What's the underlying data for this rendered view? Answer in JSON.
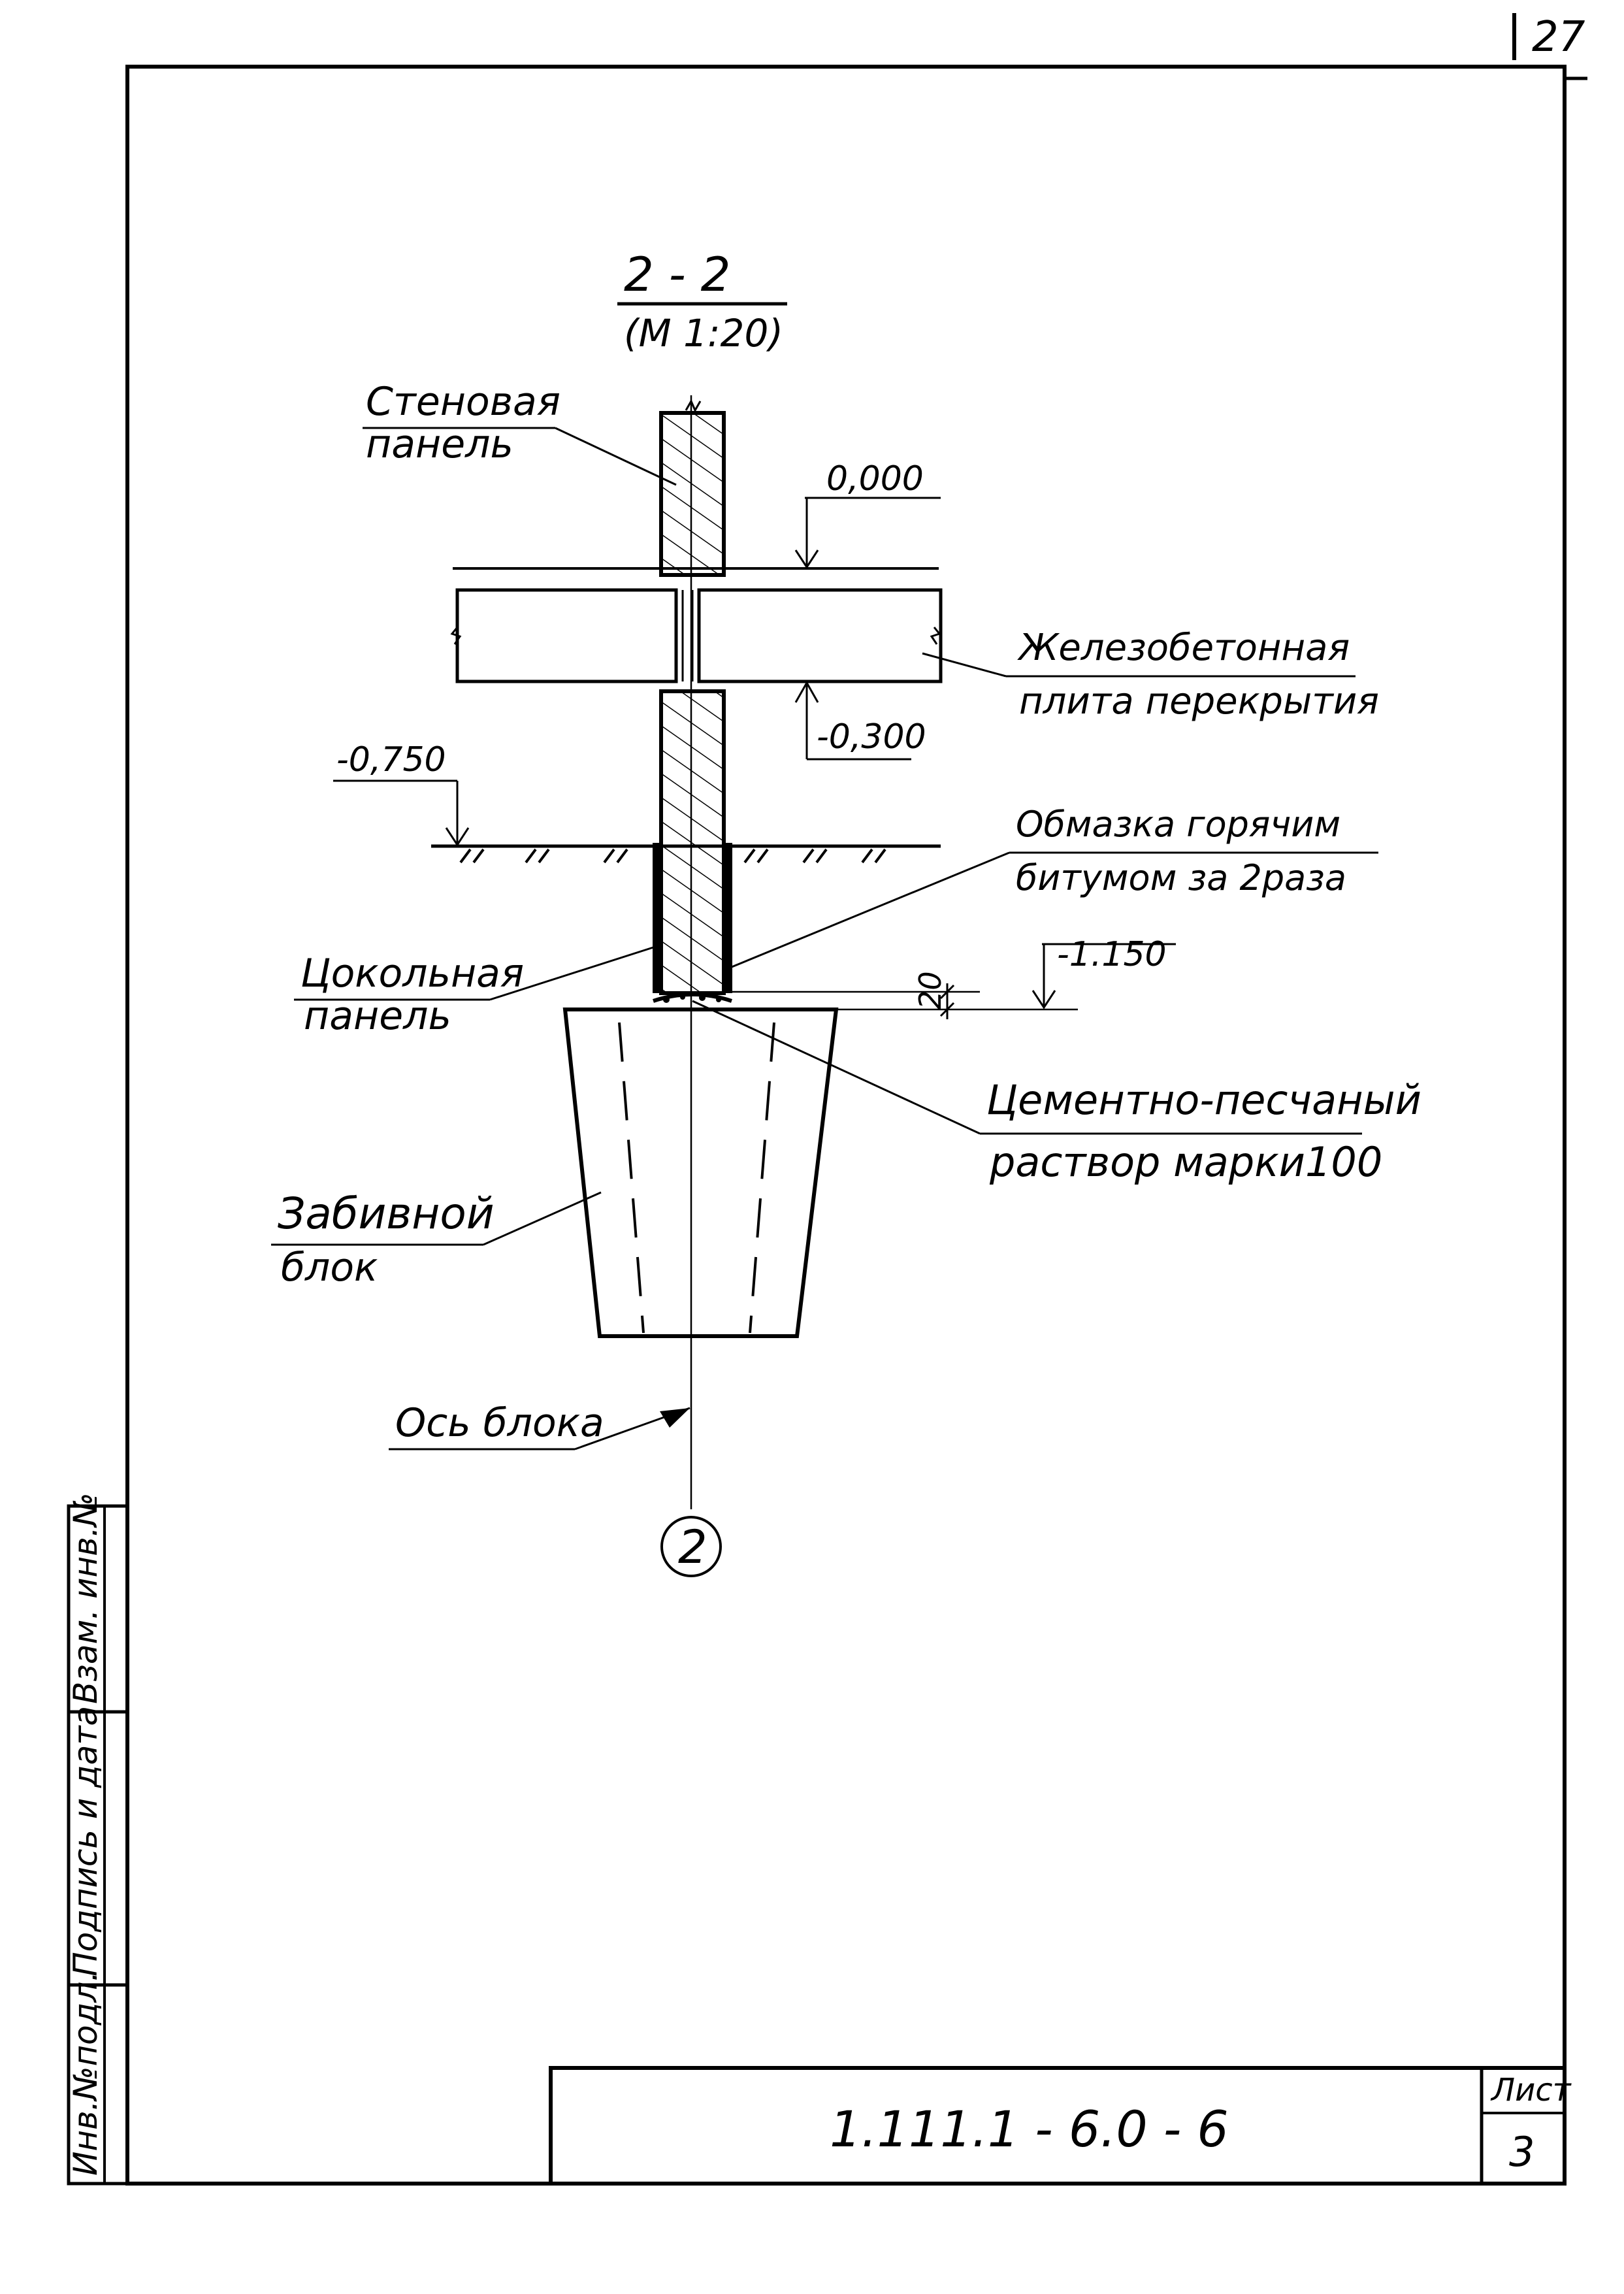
{
  "page_number": "27",
  "section": {
    "title": "2 - 2",
    "scale": "(М 1:20)"
  },
  "labels": {
    "wall_panel": [
      "Стеновая",
      "панель"
    ],
    "slab": [
      "Железобетонная",
      "плита перекрытия"
    ],
    "bitumen": [
      "Обмазка горячим",
      "битумом за 2раза"
    ],
    "plinth_panel": [
      "Цокольная",
      "панель"
    ],
    "mortar": [
      "Цементно-песчаный",
      "раствор марки100"
    ],
    "driven_block": [
      "Забивной",
      "блок"
    ],
    "block_axis": "Ось блока"
  },
  "elevations": {
    "floor": "0,000",
    "slab_bottom": "-0,300",
    "ground": "-0,750",
    "block_top": "-1.150"
  },
  "dimension": "20",
  "axis_marker": "2",
  "title_block": {
    "code": "1.111.1 - 6.0 - 6",
    "sheet_label": "Лист",
    "sheet_number": "3"
  },
  "side_stamp": {
    "inv_no": "Инв.№подл.",
    "sign_date": "Подпись и дата",
    "replace_inv": "Взам. инв.№"
  }
}
